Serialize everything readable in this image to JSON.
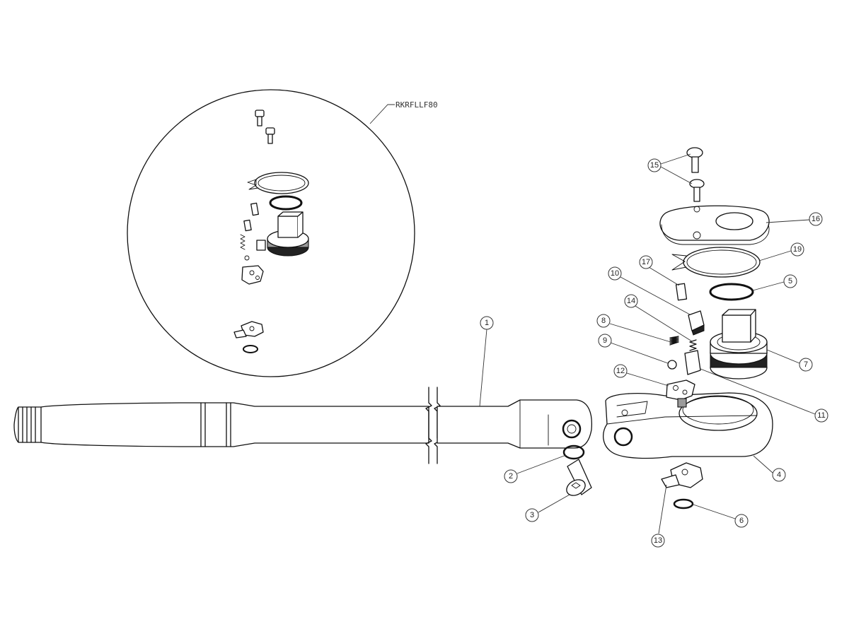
{
  "diagram": {
    "kit_label": "RKRFLLF80",
    "callouts": [
      "1",
      "2",
      "3",
      "4",
      "5",
      "6",
      "7",
      "8",
      "9",
      "10",
      "11",
      "12",
      "13",
      "14",
      "15",
      "16",
      "17",
      "19"
    ]
  }
}
